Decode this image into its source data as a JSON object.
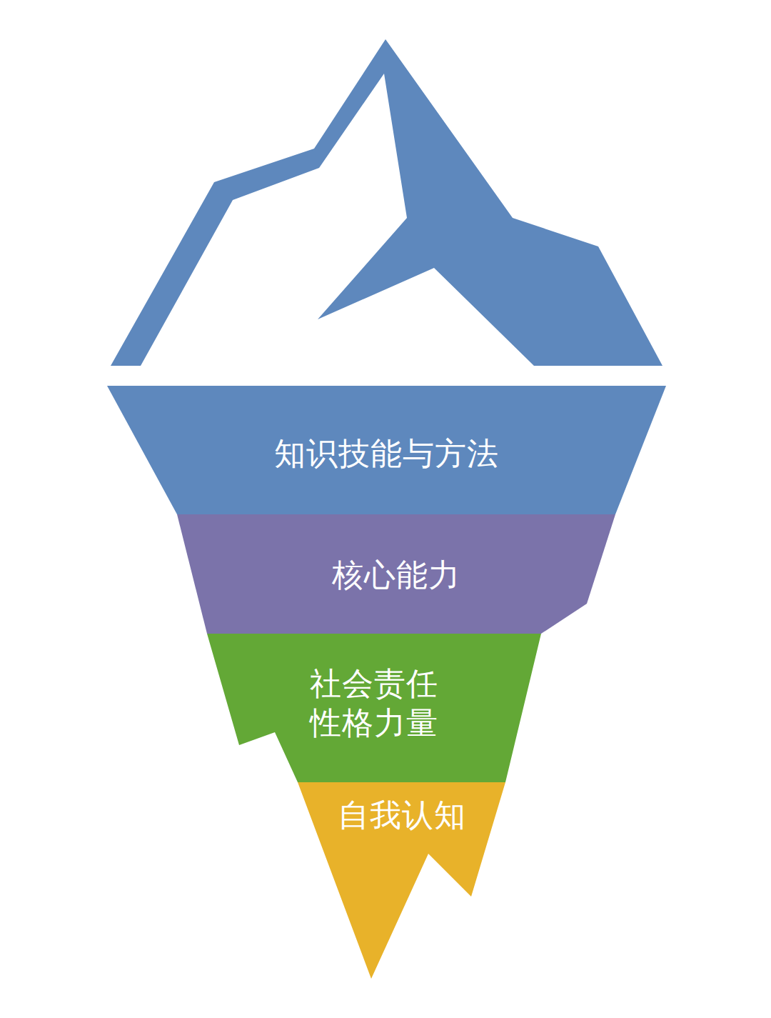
{
  "diagram": {
    "nodes": [
      {
        "text": [
          "知识技能与方法"
        ]
      },
      {
        "text": [
          "核心能力"
        ]
      },
      {
        "text": [
          "社会责任 性格力量"
        ]
      },
      {
        "text": [
          "自我认知"
        ]
      }
    ]
  }
}
